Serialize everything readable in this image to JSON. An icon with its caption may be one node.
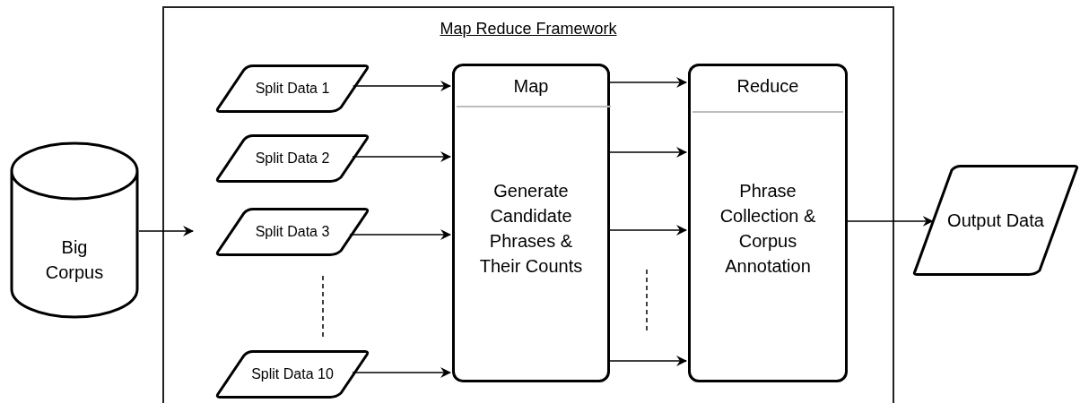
{
  "diagram": {
    "nodes": [
      {
        "text": [
          "Map Reduce Framework"
        ]
      },
      {
        "text": [
          "Big Corpus"
        ]
      },
      {
        "text": [
          "Split Data 1"
        ],
        "in": 0
      },
      {
        "text": [
          "Split Data 2"
        ],
        "in": 0
      },
      {
        "text": [
          "Split Data 3"
        ],
        "in": 0
      },
      {
        "text": [
          "Split Data 10"
        ],
        "in": 0
      },
      {
        "text": [
          "Map",
          "Generate Candidate Phrases & Their Counts"
        ],
        "in": 0
      },
      {
        "text": [
          "Reduce",
          "Phrase Collection & Corpus Annotation"
        ],
        "in": 0
      },
      {
        "text": [
          "Output Data"
        ]
      }
    ],
    "edges": [
      {
        "from": 1,
        "to": null,
        "arrow": "to"
      },
      {
        "from": 2,
        "to": 6,
        "arrow": "to"
      },
      {
        "from": 3,
        "to": 6,
        "arrow": "to"
      },
      {
        "from": 4,
        "to": 6,
        "arrow": "to"
      },
      {
        "from": 5,
        "to": 6,
        "arrow": "to"
      },
      {
        "from": 6,
        "to": 7,
        "arrow": "to"
      },
      {
        "from": 6,
        "to": 7,
        "arrow": "to"
      },
      {
        "from": 6,
        "to": 7,
        "arrow": "to"
      },
      {
        "from": 6,
        "to": 7,
        "arrow": "to"
      },
      {
        "from": 7,
        "to": 8,
        "arrow": "to"
      }
    ]
  }
}
